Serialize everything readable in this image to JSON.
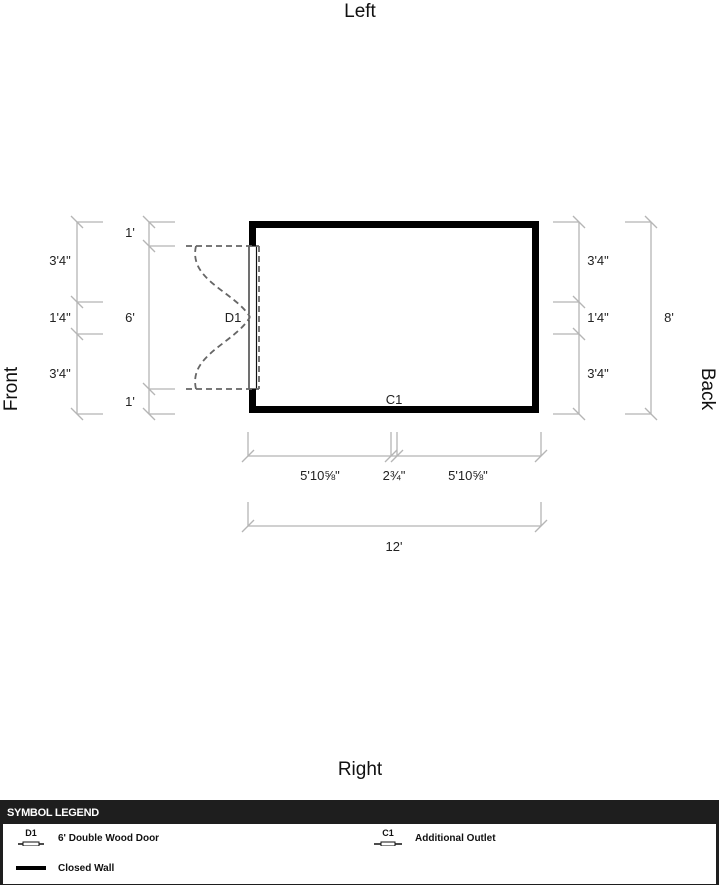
{
  "sides": {
    "top": "Left",
    "bottom": "Right",
    "left": "Front",
    "right": "Back"
  },
  "door": {
    "code": "D1"
  },
  "outlet": {
    "code": "C1"
  },
  "left_dimensions": {
    "outer": [
      "3'4\"",
      "1'4\"",
      "3'4\""
    ],
    "inner": [
      "1'",
      "6'",
      "1'"
    ]
  },
  "right_dimensions": {
    "segments": [
      "3'4\"",
      "1'4\"",
      "3'4\""
    ],
    "total": "8'"
  },
  "bottom_dimensions": {
    "segments": [
      "5'10⅝\"",
      "2¾\"",
      "5'10⅝\""
    ],
    "total": "12'"
  },
  "legend": {
    "title": "SYMBOL LEGEND",
    "items": [
      {
        "code": "D1",
        "label": "6' Double Wood Door"
      },
      {
        "code": "C1",
        "label": "Additional Outlet"
      },
      {
        "code": "",
        "label": "Closed Wall"
      }
    ]
  },
  "colors": {
    "wall": "#000000",
    "dimension_line": "#b5b5b5",
    "door_swing": "#666666",
    "legend_bar": "#1e1e1e"
  }
}
